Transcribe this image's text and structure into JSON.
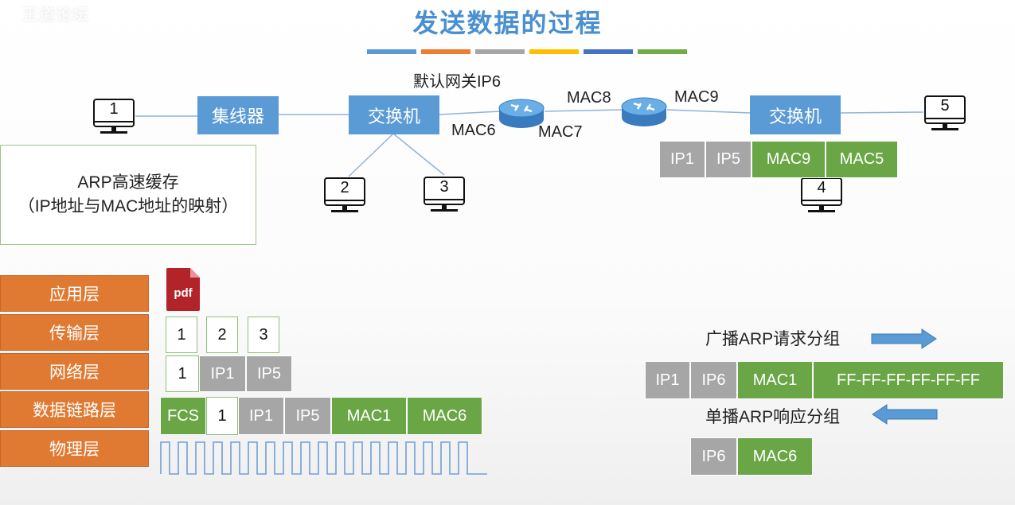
{
  "watermark": "王道论坛",
  "title": "发送数据的过程",
  "stripe_colors": [
    "#5b9bd5",
    "#ed7d31",
    "#a5a5a5",
    "#ffc000",
    "#4472c4",
    "#70ad47"
  ],
  "network": {
    "hub_label": "集线器",
    "switch_left_label": "交换机",
    "switch_right_label": "交换机",
    "gateway_label": "默认网关IP6",
    "mac6": "MAC6",
    "mac7": "MAC7",
    "mac8": "MAC8",
    "mac9": "MAC9",
    "pc1": "1",
    "pc2": "2",
    "pc3": "3",
    "pc4": "4",
    "pc5": "5",
    "right_frame": [
      "IP1",
      "IP5",
      "MAC9",
      "MAC5"
    ]
  },
  "arp_cache": {
    "line1": "ARP高速缓存",
    "line2": "（IP地址与MAC地址的映射）"
  },
  "layers": [
    "应用层",
    "传输层",
    "网络层",
    "数据链路层",
    "物理层"
  ],
  "pdf_label": "pdf",
  "transport_segments": [
    "1",
    "2",
    "3"
  ],
  "network_packet": [
    "1",
    "IP1",
    "IP5"
  ],
  "link_frame": [
    "FCS",
    "1",
    "IP1",
    "IP5",
    "MAC1",
    "MAC6"
  ],
  "arp_request": {
    "label": "广播ARP请求分组",
    "cells": [
      "IP1",
      "IP6",
      "MAC1",
      "FF-FF-FF-FF-FF-FF"
    ]
  },
  "arp_reply": {
    "label": "单播ARP响应分组",
    "cells": [
      "IP6",
      "MAC6"
    ]
  }
}
